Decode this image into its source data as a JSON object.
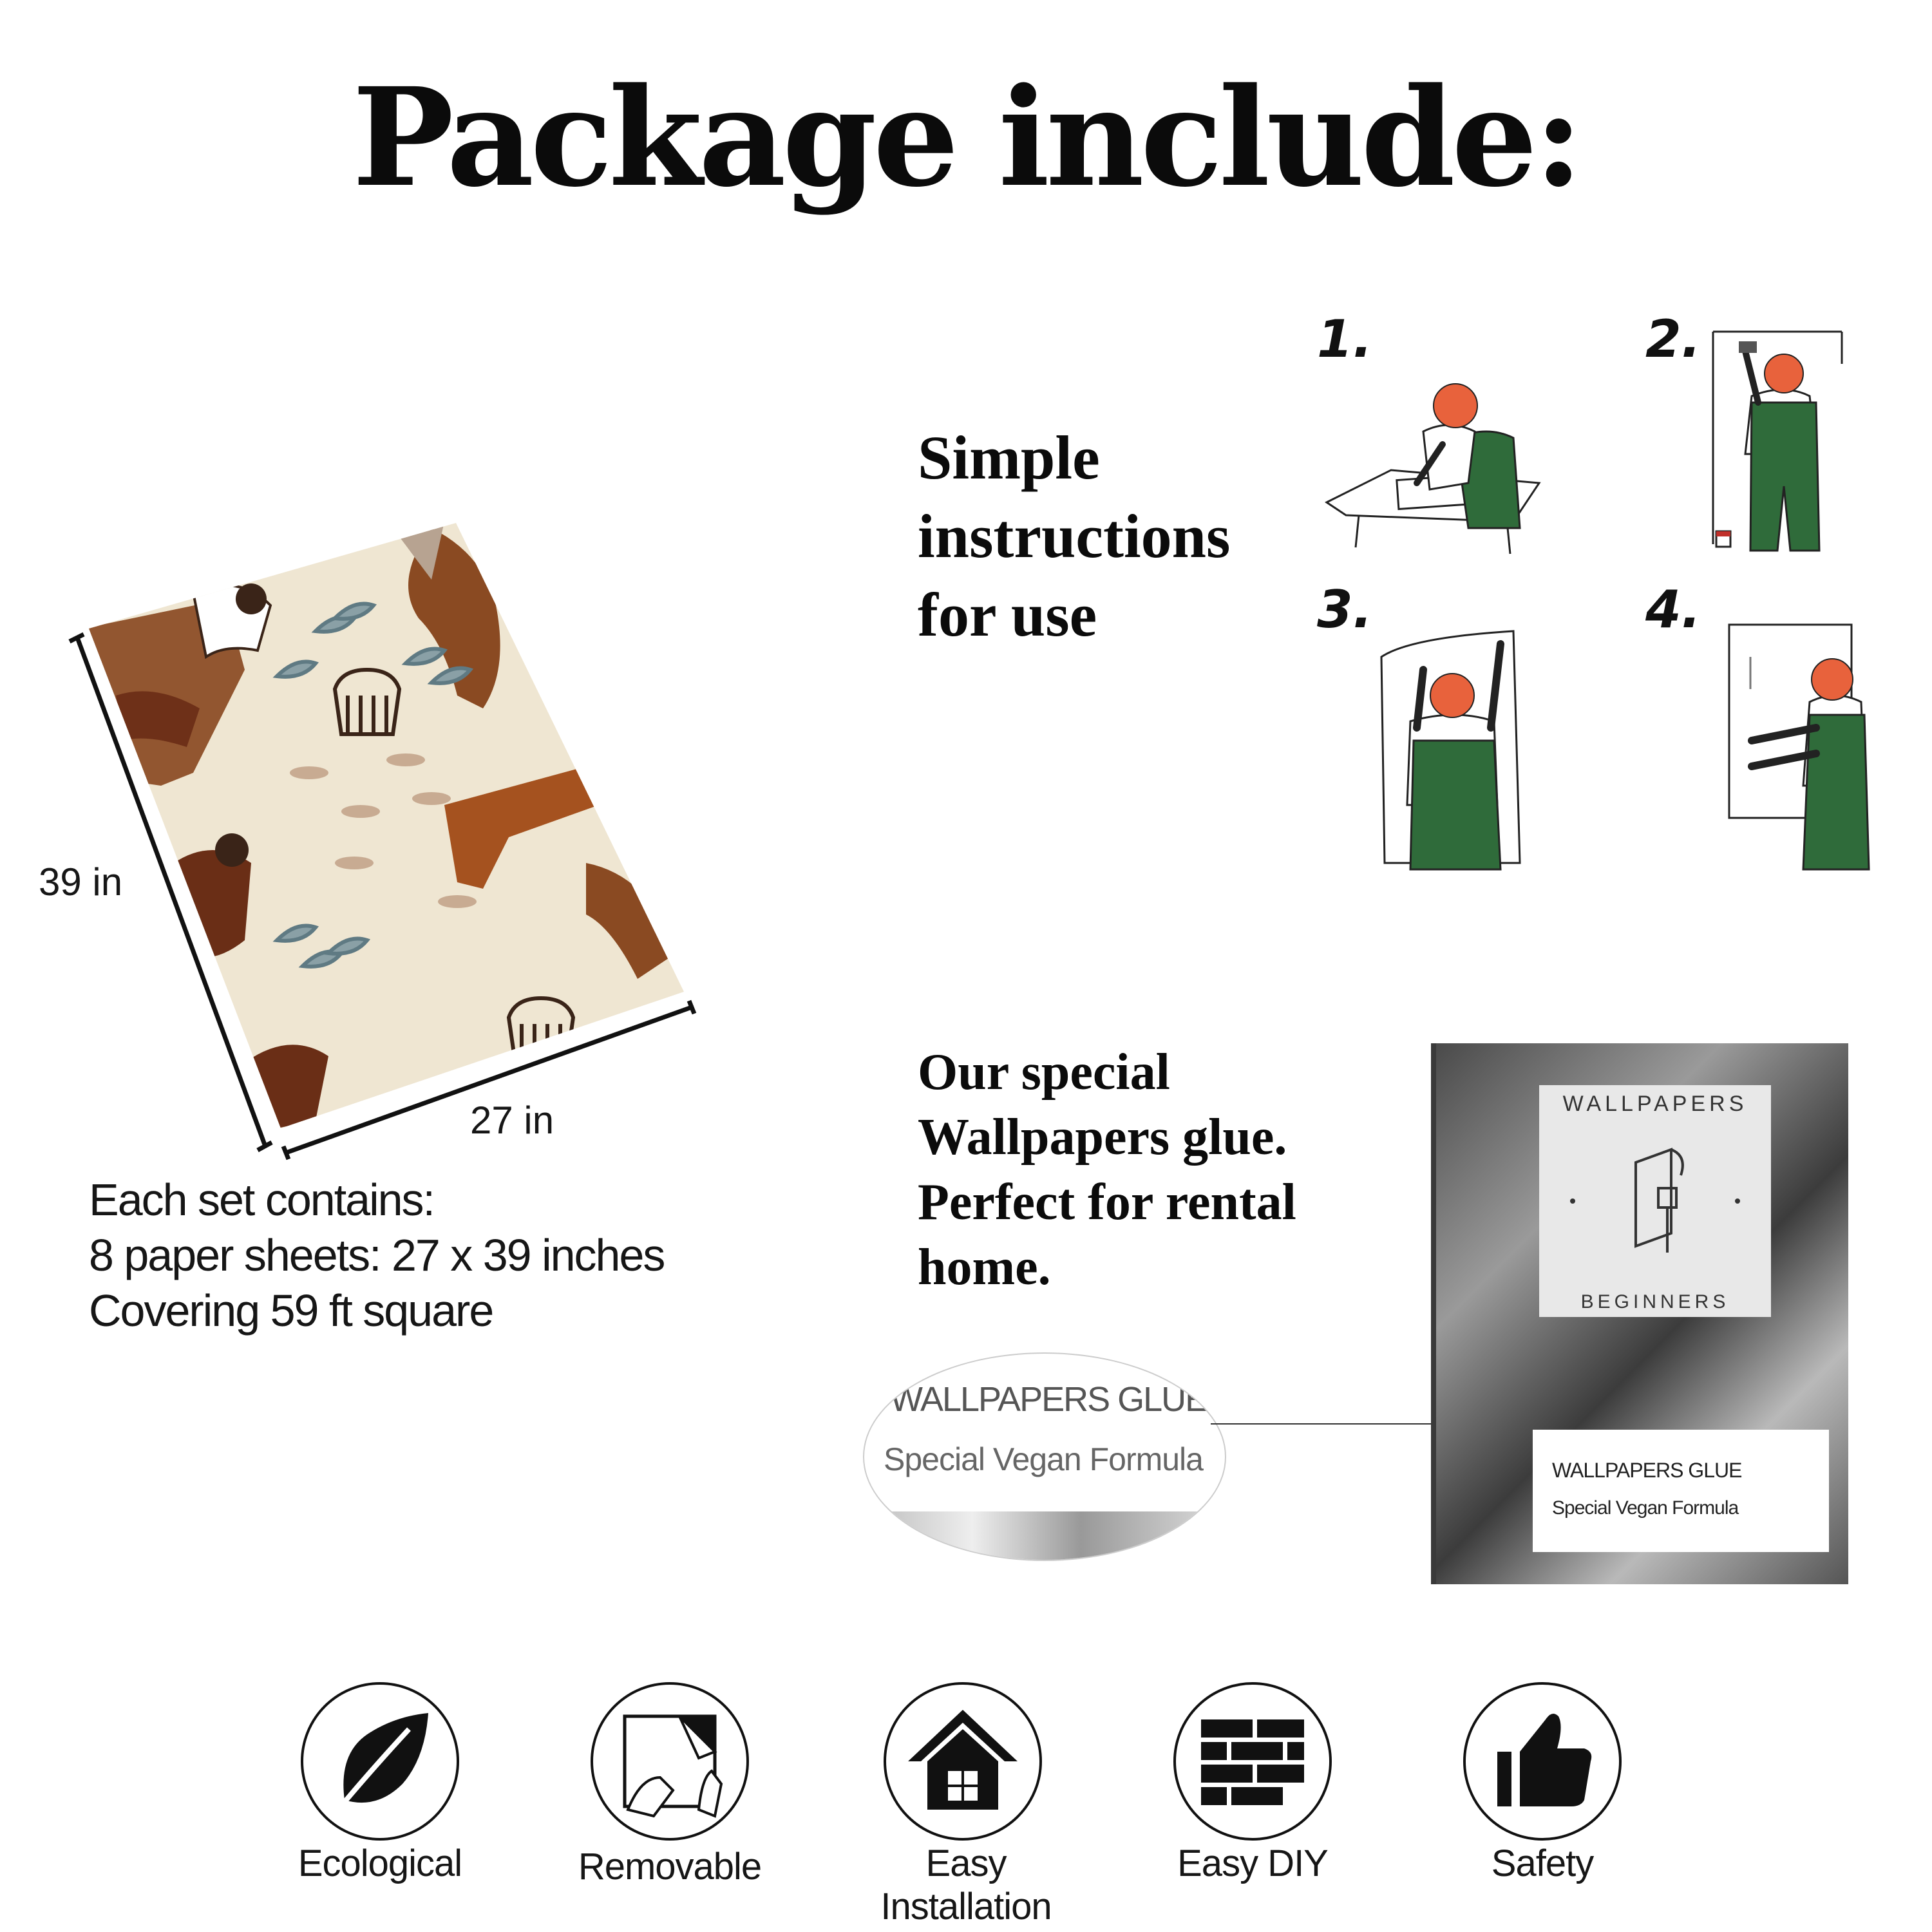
{
  "header": {
    "title": "Package include:"
  },
  "wallpaper_sheet": {
    "height_label": "39 in",
    "width_label": "27 in",
    "colors": {
      "background": "#efe6d2",
      "earth": "#8a4a22",
      "dark": "#3a2418",
      "leaf": "#8aa0a6"
    }
  },
  "set_info": {
    "lines": [
      "Each set contains:",
      "8 paper sheets: 27 x 39 inches",
      "Covering 59 ft square"
    ]
  },
  "instructions": {
    "lines": [
      "Simple",
      "instructions",
      "for use"
    ],
    "steps": [
      {
        "number": "1."
      },
      {
        "number": "2."
      },
      {
        "number": "3."
      },
      {
        "number": "4."
      }
    ],
    "colors": {
      "hair": "#e8623c",
      "overalls": "#2f6b3a"
    }
  },
  "glue": {
    "lines": [
      "Our special",
      "Wallpapers glue.",
      "Perfect for rental",
      "home."
    ],
    "zoom_title": "WALLPAPERS GLUE",
    "zoom_subtitle": "Special Vegan Formula",
    "package_label_title": "WALLPAPERS GLUE",
    "package_label_subtitle": "Special Vegan Formula",
    "logo_top": "WALLPAPERS",
    "logo_bottom": "BEGINNERS"
  },
  "features": [
    {
      "label": "Ecological",
      "icon": "leaf-icon"
    },
    {
      "label": "Removable",
      "icon": "peel-hand-icon"
    },
    {
      "label": "Easy Installation",
      "icon": "house-icon"
    },
    {
      "label": "Easy DIY",
      "icon": "brick-wall-icon"
    },
    {
      "label": "Safety",
      "icon": "thumbs-up-icon"
    }
  ]
}
